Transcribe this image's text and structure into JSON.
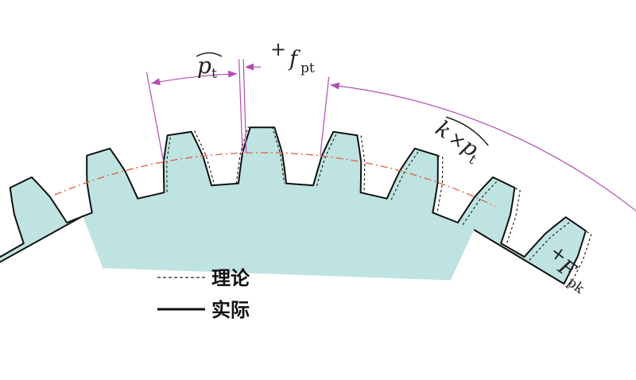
{
  "colors": {
    "gear_fill": "#bfe3e1",
    "outline": "#111111",
    "pitch_circle": "#e0603a",
    "dimension": "#b24fb1",
    "background": "#ffffff"
  },
  "labels": {
    "pt_symbol": "p",
    "pt_sub": "t",
    "fpt_sign": "+",
    "fpt_symbol": "f",
    "fpt_sub": "pt",
    "kpt_k": "k",
    "kpt_times": "×",
    "kpt_p": "p",
    "kpt_sub": "t",
    "fpk_sign": "+",
    "fpk_symbol": "F",
    "fpk_sub": "pk"
  },
  "legend": {
    "theoretical": "理论",
    "actual": "实际"
  }
}
